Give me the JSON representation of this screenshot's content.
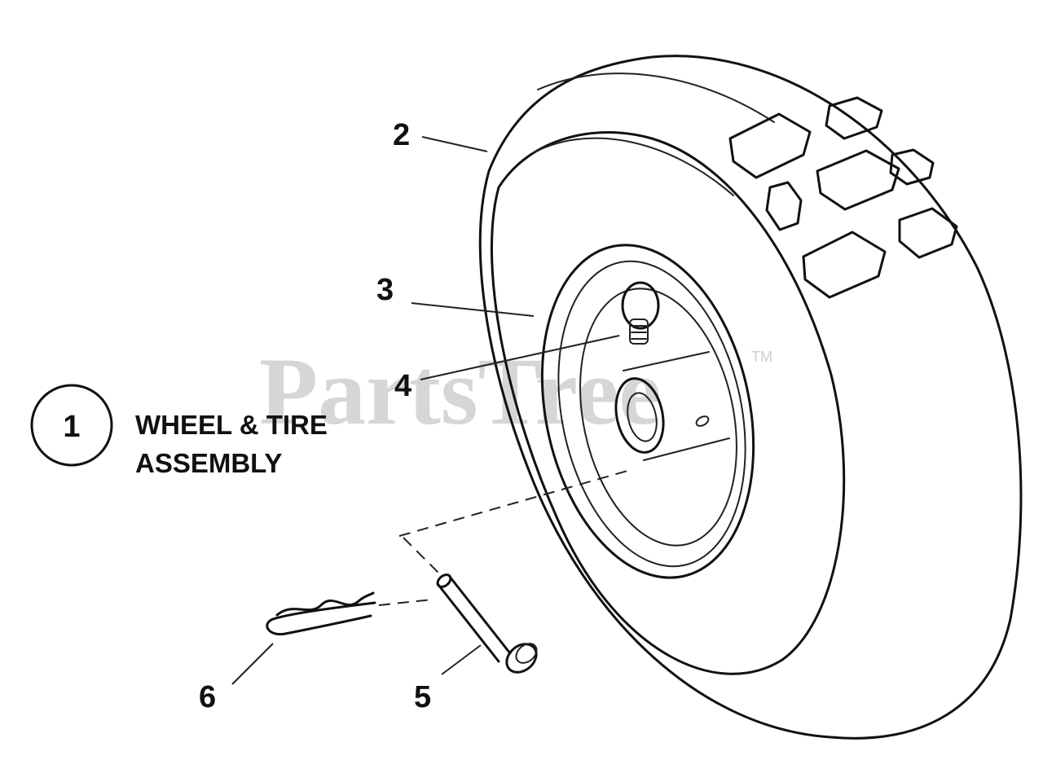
{
  "diagram": {
    "watermark": "PartsTree",
    "watermark_tm": "TM",
    "assembly": {
      "number": "1",
      "title_line1": "WHEEL & TIRE",
      "title_line2": "ASSEMBLY"
    },
    "callouts": {
      "tire": "2",
      "rim": "3",
      "valve_stem": "4",
      "clevis_pin": "5",
      "hairpin_clip": "6"
    }
  }
}
